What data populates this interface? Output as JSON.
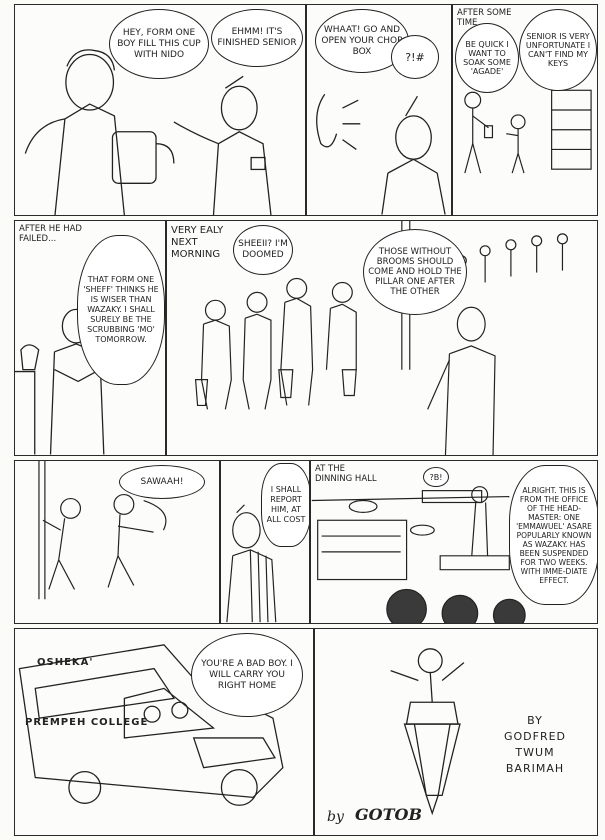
{
  "row1": {
    "p1": {
      "boy_line": "HEY, FORM ONE BOY FILL THIS CUP WITH NIDO",
      "senior_line": "EHMM! IT'S FINISHED SENIOR"
    },
    "p2": {
      "line1": "WHAAT! GO AND OPEN YOUR CHOP BOX",
      "line2": "?!#"
    },
    "p3": {
      "caption": "AFTER SOME TIME",
      "line1": "BE QUICK I WANT TO SOAK SOME 'AGADE'",
      "line2": "SENIOR IS VERY UNFORTUNATE I CAN'T FIND MY KEYS"
    }
  },
  "row2": {
    "p1": {
      "caption": "AFTER HE HAD FAILED...",
      "line": "THAT FORM ONE 'SHEFF' THINKS HE IS WISER THAN WAZAKY. I SHALL SURELY BE THE SCRUBBING 'MO' TOMORROW."
    },
    "p2": {
      "caption": "VERY EALY NEXT MORNING",
      "line1": "SHEEII? I'M DOOMED",
      "line2": "THOSE WITHOUT BROOMS SHOULD COME AND HOLD THE PILLAR ONE AFTER THE OTHER"
    }
  },
  "row3": {
    "p1": {
      "line": "SAWAAH!"
    },
    "p2": {
      "line": "I SHALL REPORT HIM, AT ALL COST"
    },
    "p3": {
      "caption": "AT THE DINNING HALL",
      "line1": "?B!",
      "line2": "ALRIGHT. THIS IS FROM THE OFFICE OF THE HEAD-MASTER: ONE 'EMMAWUEL' ASARE POPULARLY KNOWN AS WAZAKY. HAS BEEN SUSPENDED FOR TWO WEEKS. WITH IMME-DIATE EFFECT."
    }
  },
  "row4": {
    "p1": {
      "bus_sign_top": "OSHEKA'",
      "bus_sign_side": "PREMPEH COLLEGE",
      "line": "YOU'RE A BAD BOY. I WILL CARRY YOU RIGHT HOME"
    },
    "p2": {
      "credit_by": "BY",
      "credit_name1": "GODFRED",
      "credit_name2": "TWUM",
      "credit_name3": "BARIMAH",
      "signature_by": "by",
      "signature": "GOTOB"
    }
  }
}
